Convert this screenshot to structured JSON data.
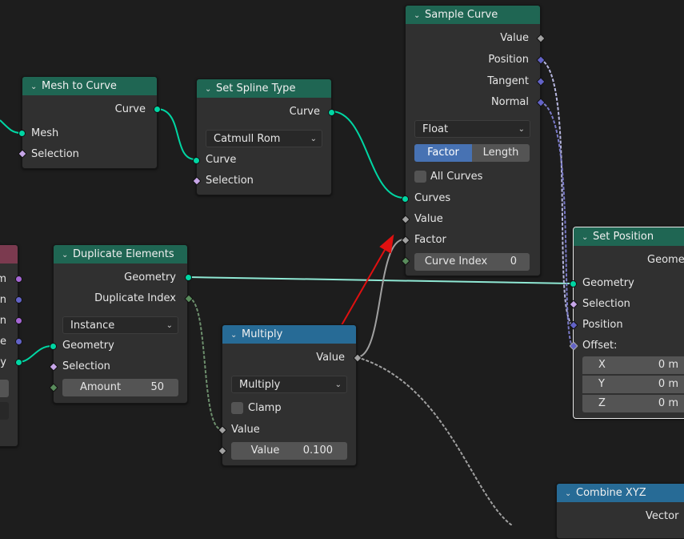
{
  "nodes": {
    "mesh_to_curve": {
      "title": "Mesh to Curve",
      "out_curve": "Curve",
      "in_mesh": "Mesh",
      "in_selection": "Selection"
    },
    "set_spline_type": {
      "title": "Set Spline Type",
      "out_curve": "Curve",
      "spline_type": "Catmull Rom",
      "in_curve": "Curve",
      "in_selection": "Selection"
    },
    "sample_curve": {
      "title": "Sample Curve",
      "out_value": "Value",
      "out_position": "Position",
      "out_tangent": "Tangent",
      "out_normal": "Normal",
      "data_type": "Float",
      "mode_factor": "Factor",
      "mode_length": "Length",
      "all_curves": "All Curves",
      "in_curves": "Curves",
      "in_value": "Value",
      "in_factor": "Factor",
      "curve_index_label": "Curve Index",
      "curve_index_value": "0"
    },
    "set_position": {
      "title": "Set Position",
      "out_geometry": "Geome",
      "in_geometry": "Geometry",
      "in_selection": "Selection",
      "in_position": "Position",
      "in_offset": "Offset:",
      "x_label": "X",
      "x_value": "0 m",
      "y_label": "Y",
      "y_value": "0 m",
      "z_label": "Z",
      "z_value": "0 m"
    },
    "duplicate_elements": {
      "title": "Duplicate Elements",
      "out_geometry": "Geometry",
      "out_duplicate_index": "Duplicate Index",
      "domain": "Instance",
      "in_geometry": "Geometry",
      "in_selection": "Selection",
      "amount_label": "Amount",
      "amount_value": "50"
    },
    "multiply": {
      "title": "Multiply",
      "out_value": "Value",
      "operation": "Multiply",
      "clamp": "Clamp",
      "in_value": "Value",
      "value_label": "Value",
      "value_value": "0.100"
    },
    "combine_xyz": {
      "title": "Combine XYZ",
      "out_vector": "Vector"
    },
    "left_partial": {
      "row1": "m",
      "row2": "n",
      "row3": "n",
      "row4": "e",
      "row5": "y"
    }
  },
  "colors": {
    "geometry_header": "#1f6653",
    "math_header": "#276b96",
    "geometry_socket": "#00d6a3",
    "float_socket": "#a1a1a1",
    "vector_socket": "#6363c7",
    "annotation_arrow": "#e01010"
  }
}
